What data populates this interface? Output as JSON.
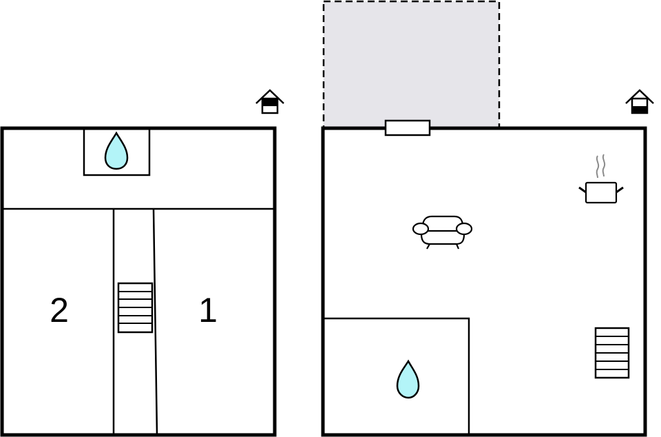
{
  "floorplan": {
    "colors": {
      "wall": "#000000",
      "background": "#ffffff",
      "terrace_fill": "#e6e5ea",
      "water_fill": "#b3f4f8",
      "steam": "#8a8a8a"
    },
    "upper_floor": {
      "floor_indicator": "upper-floor-house-icon",
      "rooms": [
        {
          "id": "bathroom",
          "icon": "water-drop-icon"
        },
        {
          "id": "bedroom-2",
          "label": "2"
        },
        {
          "id": "hallway",
          "icon": "stairs-icon"
        },
        {
          "id": "bedroom-1",
          "label": "1"
        }
      ]
    },
    "ground_floor": {
      "floor_indicator": "ground-floor-house-icon",
      "terrace": {
        "style": "dashed",
        "icon": "none"
      },
      "door": "door-icon",
      "rooms": [
        {
          "id": "living-room",
          "icon": "sofa-icon"
        },
        {
          "id": "kitchen",
          "icon": "cooking-pot-icon"
        },
        {
          "id": "stairs",
          "icon": "stairs-icon"
        },
        {
          "id": "bathroom",
          "icon": "water-drop-icon"
        }
      ]
    }
  }
}
